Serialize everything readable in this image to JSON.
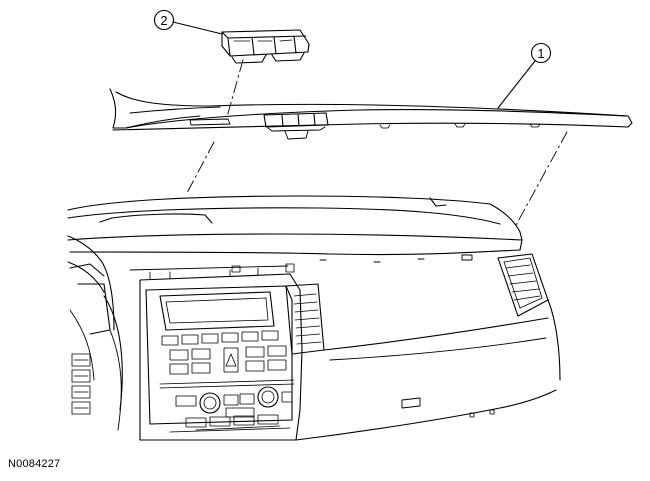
{
  "callouts": [
    {
      "label": "1"
    },
    {
      "label": "2"
    }
  ],
  "figure_id": "N0084227"
}
